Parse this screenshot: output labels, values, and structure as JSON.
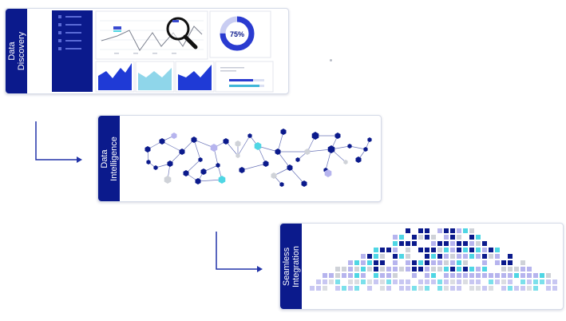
{
  "discovery": {
    "label_line1": "Data",
    "label_line2": "Discovery",
    "donut_percent_value": 0.75,
    "donut_label": "75%"
  },
  "intelligence": {
    "label_line1": "Data",
    "label_line2": "Intelligence"
  },
  "integration": {
    "label_line1": "Seamless",
    "label_line2": "Integration"
  },
  "colors": {
    "navy": "#0b1a8c",
    "light_purple": "#b6b4ee",
    "cyan": "#4fd6e4",
    "gray": "#cfd2d8",
    "arrow": "#2233a8"
  }
}
